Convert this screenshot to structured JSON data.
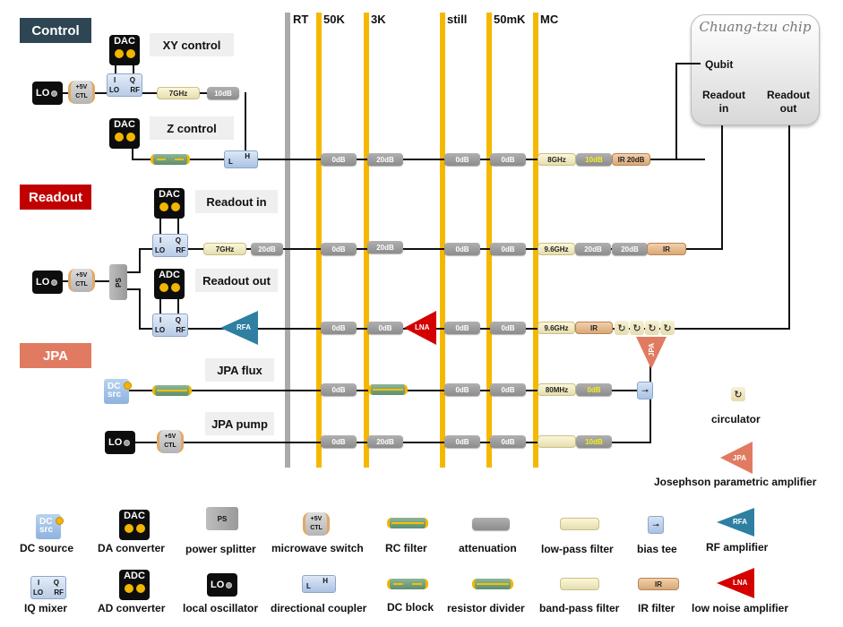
{
  "sections": {
    "control": {
      "label": "Control",
      "color": "#2e4553"
    },
    "readout": {
      "label": "Readout",
      "color": "#c00000"
    },
    "jpa": {
      "label": "JPA",
      "color": "#e07b61"
    }
  },
  "line_labels": {
    "xy_control": "XY control",
    "z_control": "Z control",
    "readout_in": "Readout in",
    "readout_out": "Readout out",
    "jpa_flux": "JPA flux",
    "jpa_pump": "JPA pump"
  },
  "stages": [
    {
      "label": "RT",
      "color": "#aaaaaa"
    },
    {
      "label": "50K",
      "color": "#f5b800"
    },
    {
      "label": "3K",
      "color": "#f5b800"
    },
    {
      "label": "still",
      "color": "#f5b800"
    },
    {
      "label": "50mK",
      "color": "#f5b800"
    },
    {
      "label": "MC",
      "color": "#f5b800"
    }
  ],
  "chip": {
    "title": "Chuang-tzu chip",
    "qubit": "Qubit",
    "readout_in": "Readout\nin",
    "readout_out": "Readout\nout"
  },
  "components": {
    "dac": "DAC",
    "adc": "ADC",
    "lo": "LO",
    "sw_top": "+5V",
    "sw_bottom": "CTL",
    "mix_i": "I",
    "mix_q": "Q",
    "mix_lo": "LO",
    "mix_rf": "RF",
    "ps": "PS",
    "coup_l": "L",
    "coup_h": "H",
    "dc_src_top": "DC",
    "dc_src_bottom": "src",
    "rfa": "RFA",
    "lna": "LNA",
    "jpa": "JPA",
    "ir": "IR"
  },
  "lines": {
    "xy": {
      "lpf": "7GHz",
      "att_rt": "10dB"
    },
    "control_cryo": {
      "att_50k": "0dB",
      "att_3k": "20dB",
      "att_still": "0dB",
      "att_50mk": "0dB",
      "lpf_mc": "8GHz",
      "att_mc": "10dB",
      "ir_mc": "IR 20dB"
    },
    "readout_in": {
      "lpf": "7GHz",
      "att_rt": "20dB",
      "att_50k": "0dB",
      "att_3k": "20dB",
      "att_still": "0dB",
      "att_50mk": "0dB",
      "lpf_mc": "9.6GHz",
      "att_mc1": "20dB",
      "att_mc2": "20dB",
      "ir_mc": "IR"
    },
    "readout_out": {
      "att_50k": "0dB",
      "att_3k": "0dB",
      "att_still": "0dB",
      "att_50mk": "0dB",
      "lpf_mc": "9.6GHz",
      "ir_mc": "IR"
    },
    "jpa_flux": {
      "att_50k": "0dB",
      "att_still": "0dB",
      "att_50mk": "0dB",
      "lpf_mc": "80MHz",
      "att_mc": "0dB"
    },
    "jpa_pump": {
      "att_50k": "0dB",
      "att_3k": "20dB",
      "att_still": "0dB",
      "att_50mk": "0dB",
      "att_mc": "10dB"
    }
  },
  "side_legend": {
    "circulator": "circulator",
    "jpa": "Josephson parametric amplifier"
  },
  "legend": [
    {
      "label": "DC source"
    },
    {
      "label": "DA converter"
    },
    {
      "label": "power splitter"
    },
    {
      "label": "microwave switch"
    },
    {
      "label": "RC filter"
    },
    {
      "label": "attenuation"
    },
    {
      "label": "low-pass filter"
    },
    {
      "label": "bias tee"
    },
    {
      "label": "RF amplifier"
    },
    {
      "label": "IQ mixer"
    },
    {
      "label": "AD converter"
    },
    {
      "label": "local oscillator"
    },
    {
      "label": "directional coupler"
    },
    {
      "label": "DC block"
    },
    {
      "label": "resistor divider"
    },
    {
      "label": "band-pass filter"
    },
    {
      "label": "IR filter"
    },
    {
      "label": "low noise amplifier"
    }
  ]
}
